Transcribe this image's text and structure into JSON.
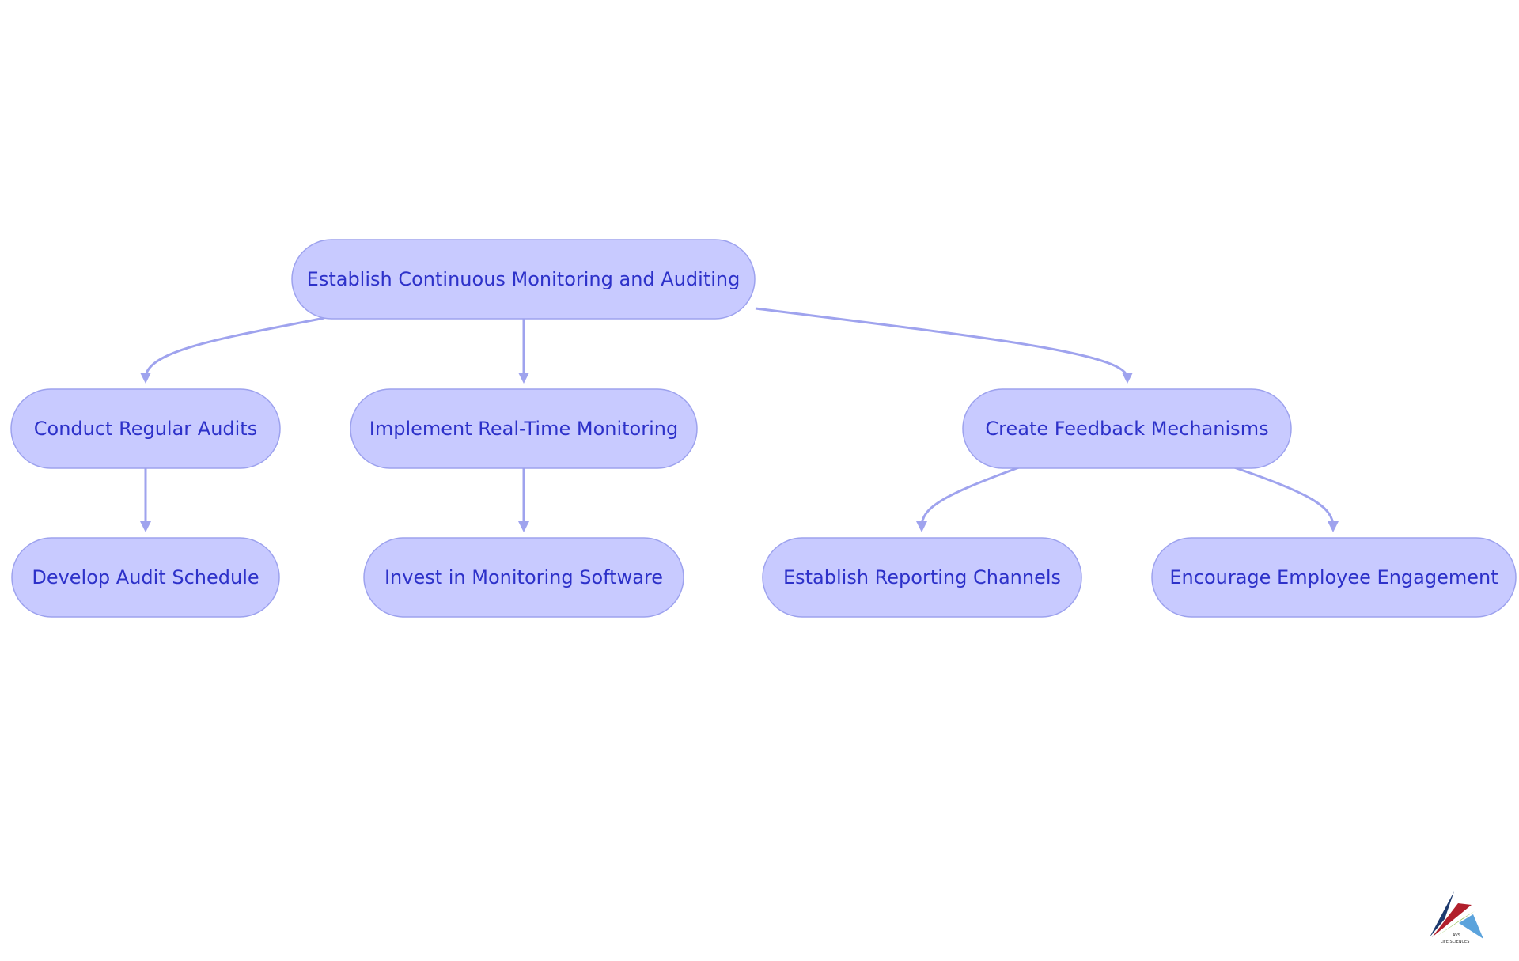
{
  "nodes": [
    {
      "id": "root",
      "label": "Establish Continuous Monitoring and Auditing"
    },
    {
      "id": "audits",
      "label": "Conduct Regular Audits"
    },
    {
      "id": "realtime",
      "label": "Implement Real-Time Monitoring"
    },
    {
      "id": "feedback",
      "label": "Create Feedback Mechanisms"
    },
    {
      "id": "schedule",
      "label": "Develop Audit Schedule"
    },
    {
      "id": "software",
      "label": "Invest in Monitoring Software"
    },
    {
      "id": "reporting",
      "label": "Establish Reporting Channels"
    },
    {
      "id": "engagement",
      "label": "Encourage Employee Engagement"
    }
  ],
  "edges": [
    {
      "from": "root",
      "to": "audits"
    },
    {
      "from": "root",
      "to": "realtime"
    },
    {
      "from": "root",
      "to": "feedback"
    },
    {
      "from": "audits",
      "to": "schedule"
    },
    {
      "from": "realtime",
      "to": "software"
    },
    {
      "from": "feedback",
      "to": "reporting"
    },
    {
      "from": "feedback",
      "to": "engagement"
    }
  ],
  "colors": {
    "node_fill": "#c8caff",
    "node_stroke": "#9da2ee",
    "label_text": "#2d31c9",
    "edge": "#9fa3ee"
  },
  "logo": {
    "icon": "avs-life-sciences-logo-icon",
    "text_line1": "AVS",
    "text_line2": "LIFE SCIENCES"
  }
}
